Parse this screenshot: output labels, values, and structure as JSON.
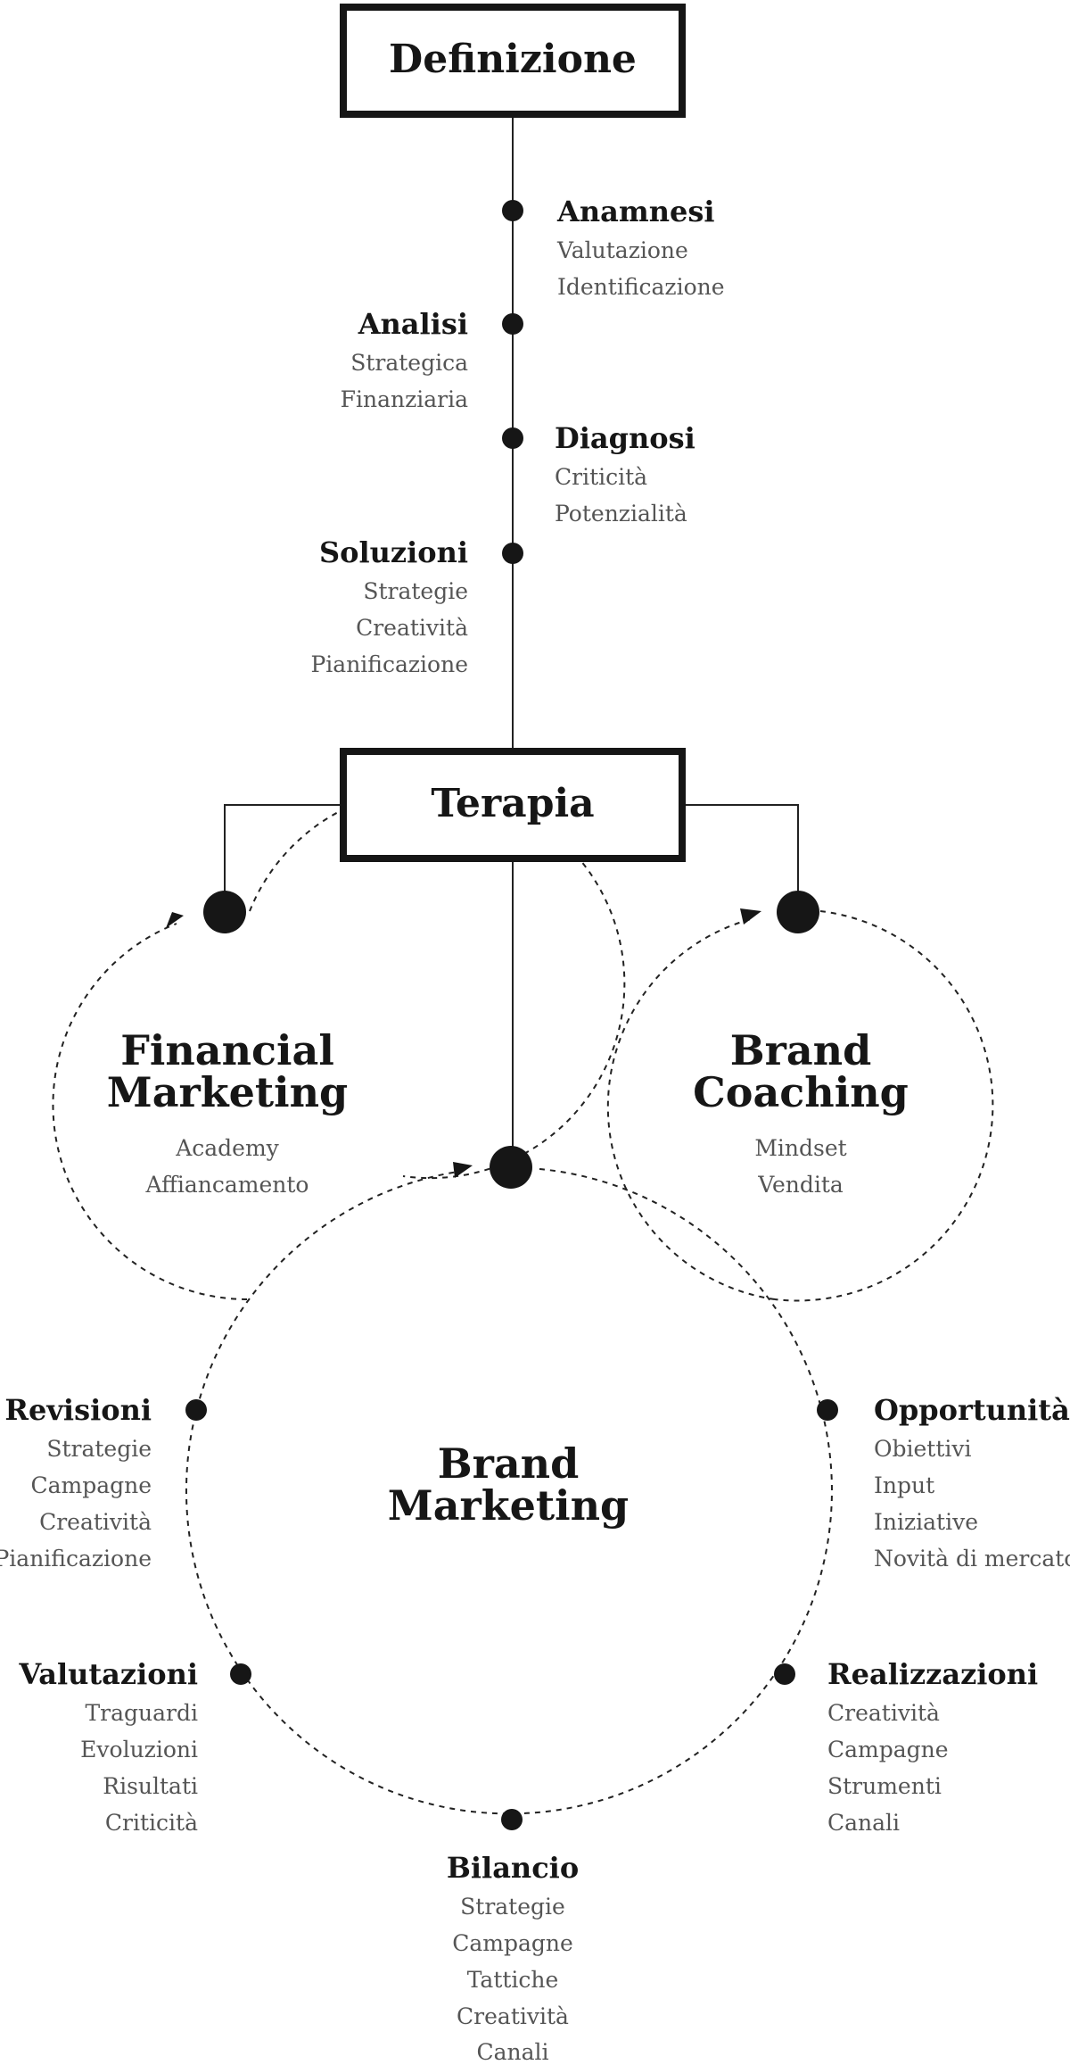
{
  "top_box": {
    "label": "Definizione"
  },
  "steps": [
    {
      "id": "anamnesi",
      "title": "Anamnesi",
      "items": [
        "Valutazione",
        "Identificazione"
      ]
    },
    {
      "id": "analisi",
      "title": "Analisi",
      "items": [
        "Strategica",
        "Finanziaria"
      ]
    },
    {
      "id": "diagnosi",
      "title": "Diagnosi",
      "items": [
        "Criticità",
        "Potenzialità"
      ]
    },
    {
      "id": "soluzioni",
      "title": "Soluzioni",
      "items": [
        "Strategie",
        "Creatività",
        "Pianificazione"
      ]
    }
  ],
  "middle_box": {
    "label": "Terapia"
  },
  "branches": [
    {
      "id": "financial-marketing",
      "title_lines": [
        "Financial",
        "Marketing"
      ],
      "items": [
        "Academy",
        "Affiancamento"
      ]
    },
    {
      "id": "brand-coaching",
      "title_lines": [
        "Brand",
        "Coaching"
      ],
      "items": [
        "Mindset",
        "Vendita"
      ]
    }
  ],
  "cycle": {
    "title_lines": [
      "Brand",
      "Marketing"
    ],
    "nodes": [
      {
        "id": "opportunita",
        "title": "Opportunità",
        "items": [
          "Obiettivi",
          "Input",
          "Iniziative",
          "Novità di mercato"
        ]
      },
      {
        "id": "realizzazioni",
        "title": "Realizzazioni",
        "items": [
          "Creatività",
          "Campagne",
          "Strumenti",
          "Canali"
        ]
      },
      {
        "id": "bilancio",
        "title": "Bilancio",
        "items": [
          "Strategie",
          "Campagne",
          "Tattiche",
          "Creatività",
          "Canali"
        ]
      },
      {
        "id": "valutazioni",
        "title": "Valutazioni",
        "items": [
          "Traguardi",
          "Evoluzioni",
          "Risultati",
          "Criticità"
        ]
      },
      {
        "id": "revisioni",
        "title": "Revisioni",
        "items": [
          "Strategie",
          "Campagne",
          "Creatività",
          "Pianificazione"
        ]
      }
    ]
  }
}
